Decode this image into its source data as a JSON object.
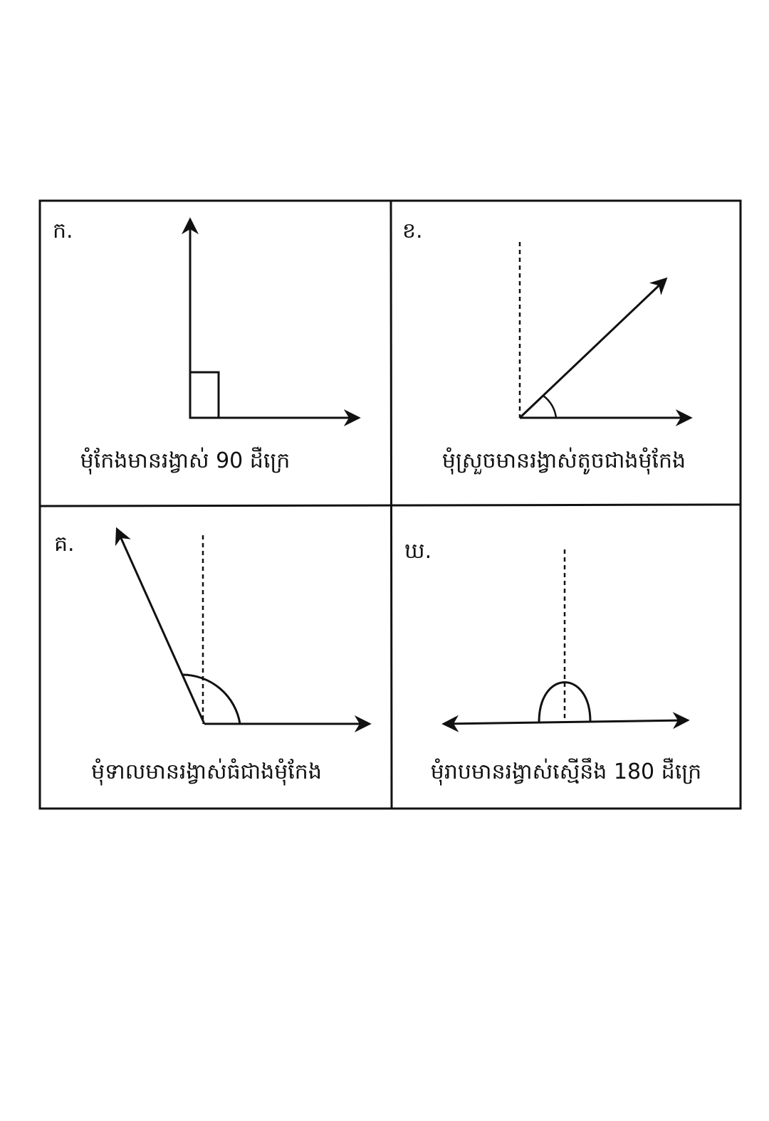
{
  "panels": [
    {
      "label": "ក.",
      "caption": "មុំកែងមានរង្វាស់ 90 ដឺក្រេ",
      "angle_type": "right",
      "angle_degrees": 90
    },
    {
      "label": "ខ.",
      "caption": "មុំស្រួចមានរង្វាស់តូចជាងមុំកែង",
      "angle_type": "acute"
    },
    {
      "label": "គ.",
      "caption": "មុំទាលមានរង្វាស់ធំជាងមុំកែង",
      "angle_type": "obtuse"
    },
    {
      "label": "ឃ.",
      "caption": "មុំរាបមានរង្វាស់ស្មើនឹង 180 ដឺក្រេ",
      "angle_type": "straight",
      "angle_degrees": 180
    }
  ],
  "colors": {
    "ink": "#111111",
    "background": "#ffffff"
  }
}
